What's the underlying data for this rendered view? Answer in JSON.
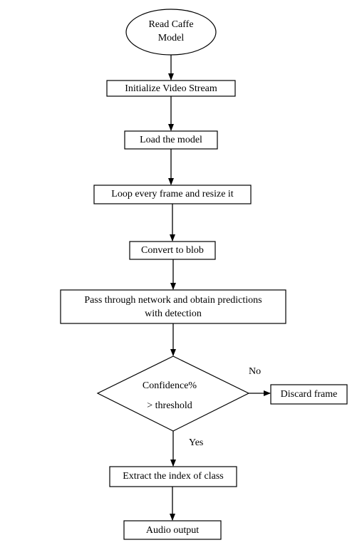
{
  "flowchart": {
    "nodes": {
      "start": {
        "shape": "ellipse",
        "lines": [
          "Read Caffe",
          "Model"
        ]
      },
      "init_stream": {
        "shape": "rect",
        "lines": [
          "Initialize Video Stream"
        ]
      },
      "load_model": {
        "shape": "rect",
        "lines": [
          "Load the model"
        ]
      },
      "loop_frames": {
        "shape": "rect",
        "lines": [
          "Loop every frame and resize it"
        ]
      },
      "convert_blob": {
        "shape": "rect",
        "lines": [
          "Convert to blob"
        ]
      },
      "pass_network": {
        "shape": "rect",
        "lines": [
          "Pass through network and obtain predictions",
          "with detection"
        ]
      },
      "decision": {
        "shape": "diamond",
        "lines": [
          "Confidence%",
          "> threshold"
        ]
      },
      "discard": {
        "shape": "rect",
        "lines": [
          "Discard frame"
        ]
      },
      "extract_index": {
        "shape": "rect",
        "lines": [
          "Extract the index of class"
        ]
      },
      "audio_output": {
        "shape": "rect",
        "lines": [
          "Audio output"
        ]
      }
    },
    "edges": [
      {
        "from": "start",
        "to": "init_stream",
        "label": ""
      },
      {
        "from": "init_stream",
        "to": "load_model",
        "label": ""
      },
      {
        "from": "load_model",
        "to": "loop_frames",
        "label": ""
      },
      {
        "from": "loop_frames",
        "to": "convert_blob",
        "label": ""
      },
      {
        "from": "convert_blob",
        "to": "pass_network",
        "label": ""
      },
      {
        "from": "pass_network",
        "to": "decision",
        "label": ""
      },
      {
        "from": "decision",
        "to": "discard",
        "label": "No"
      },
      {
        "from": "decision",
        "to": "extract_index",
        "label": "Yes"
      },
      {
        "from": "extract_index",
        "to": "audio_output",
        "label": ""
      }
    ]
  },
  "colors": {
    "stroke": "#000000",
    "fill": "#ffffff",
    "text": "#000000"
  }
}
